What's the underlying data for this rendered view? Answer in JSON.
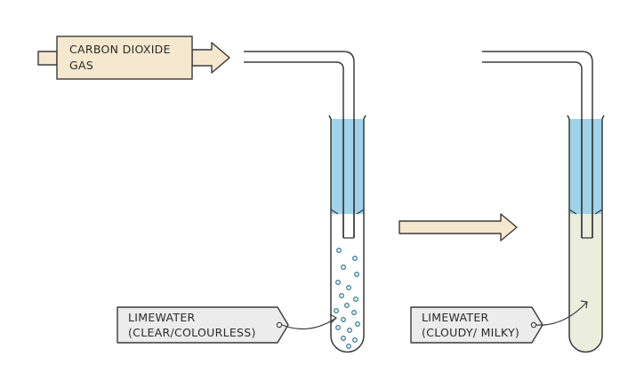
{
  "gas_label": {
    "line1": "CARBON DIOXIDE",
    "line2": "GAS"
  },
  "before_tag": {
    "line1": "LIMEWATER",
    "line2": "(CLEAR/COLOURLESS)"
  },
  "after_tag": {
    "line1": "LIMEWATER",
    "line2": "(CLOUDY/ MILKY)"
  },
  "colors": {
    "arrow_fill": "#f6e8cf",
    "tag_fill": "#ececec",
    "limewater_clear": "#9fd3ea",
    "limewater_milky": "#eceedd",
    "outline": "#3a3a3a",
    "bubble": "#3a7f97"
  },
  "icons": {
    "gas_arrow": "right-arrow-icon",
    "reaction_arrow": "right-arrow-icon"
  }
}
